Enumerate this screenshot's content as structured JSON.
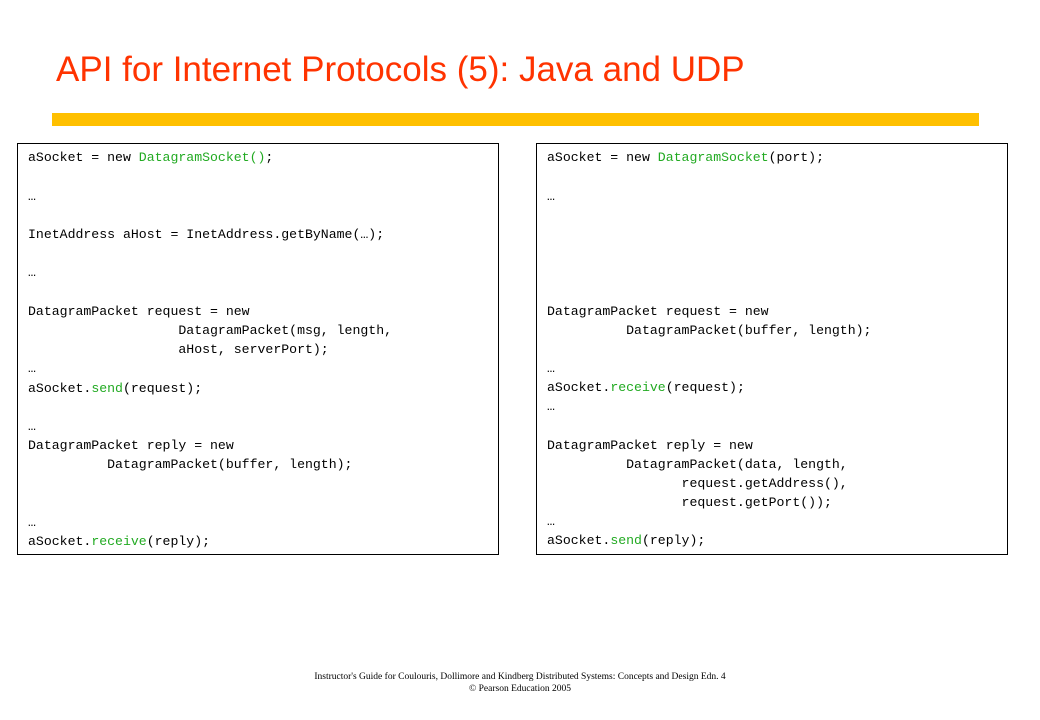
{
  "slide": {
    "title": "API for Internet Protocols (5): Java and UDP",
    "accent_color": "#ffc000",
    "title_color": "#ff3300",
    "code_highlight_color": "#22aa22"
  },
  "client_code": [
    [
      "aSocket = new ",
      "DatagramSocket()",
      ";"
    ],
    [
      "…"
    ],
    [
      "InetAddress aHost = InetAddress.getByName(…);"
    ],
    [
      "…"
    ],
    [
      "DatagramPacket request = new"
    ],
    [
      "                   DatagramPacket(msg, length,"
    ],
    [
      "                   aHost, serverPort);"
    ],
    [
      "…"
    ],
    [
      "aSocket.",
      "send",
      "(request);"
    ],
    [
      "…"
    ],
    [
      "DatagramPacket reply = new"
    ],
    [
      "          DatagramPacket(buffer, length);"
    ],
    [
      "…"
    ],
    [
      "aSocket.",
      "receive",
      "(reply);"
    ]
  ],
  "server_code": [
    [
      "aSocket = new ",
      "DatagramSocket",
      "(port);"
    ],
    [
      "…"
    ],
    [
      "DatagramPacket request = new"
    ],
    [
      "          DatagramPacket(buffer, length);"
    ],
    [
      "…"
    ],
    [
      "aSocket.",
      "receive",
      "(request);"
    ],
    [
      "…"
    ],
    [
      "DatagramPacket reply = new"
    ],
    [
      "          DatagramPacket(data, length,"
    ],
    [
      "                 request.getAddress(),"
    ],
    [
      "                 request.getPort());"
    ],
    [
      "…"
    ],
    [
      "aSocket.",
      "send",
      "(reply);"
    ]
  ],
  "footer": {
    "line1": "Instructor's Guide for  Coulouris, Dollimore and Kindberg   Distributed Systems: Concepts and Design   Edn. 4",
    "line2": "© Pearson Education 2005"
  }
}
